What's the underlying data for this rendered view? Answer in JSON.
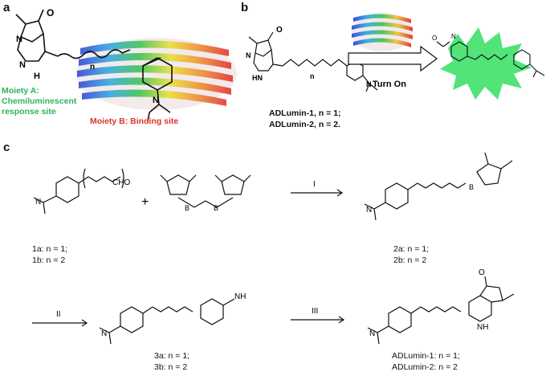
{
  "panels": {
    "a": "a",
    "b": "b",
    "c": "c"
  },
  "panel_a": {
    "moiety_a_lines": [
      "Moiety A:",
      "Chemiluminescent",
      "response site"
    ],
    "moiety_b": "Moiety B: Binding site",
    "atoms": {
      "o": "O",
      "nh": "H",
      "n1": "N",
      "n2": "N",
      "nme2": "N",
      "n_sub": "n"
    }
  },
  "panel_b": {
    "turn_on": "Turn On",
    "compounds": [
      "ADLumin-1, n = 1;",
      "ADLumin-2, n = 2."
    ],
    "atoms": {
      "o": "O",
      "n": "N",
      "hn": "HN",
      "nme2": "N",
      "n_sub": "n"
    }
  },
  "panel_c": {
    "reagent_1_lines": [
      "1a: n = 1;",
      "1b: n = 2"
    ],
    "reagent_2_lines": [
      "2a: n = 1;",
      "2b: n = 2"
    ],
    "reagent_3_lines": [
      "3a: n = 1;",
      "3b: n = 2"
    ],
    "product_lines": [
      "ADLumin-1: n = 1;",
      "ADLumin-2: n = 2"
    ],
    "steps": [
      "I",
      "II",
      "III"
    ],
    "plus": "+",
    "cho": "CHO",
    "nh2": "NH",
    "atoms": {
      "n": "N",
      "o": "O",
      "b": "B",
      "nh": "NH"
    }
  },
  "colors": {
    "green": "#2fb35a",
    "red": "#e0322c",
    "glow": "#3fe06a"
  }
}
